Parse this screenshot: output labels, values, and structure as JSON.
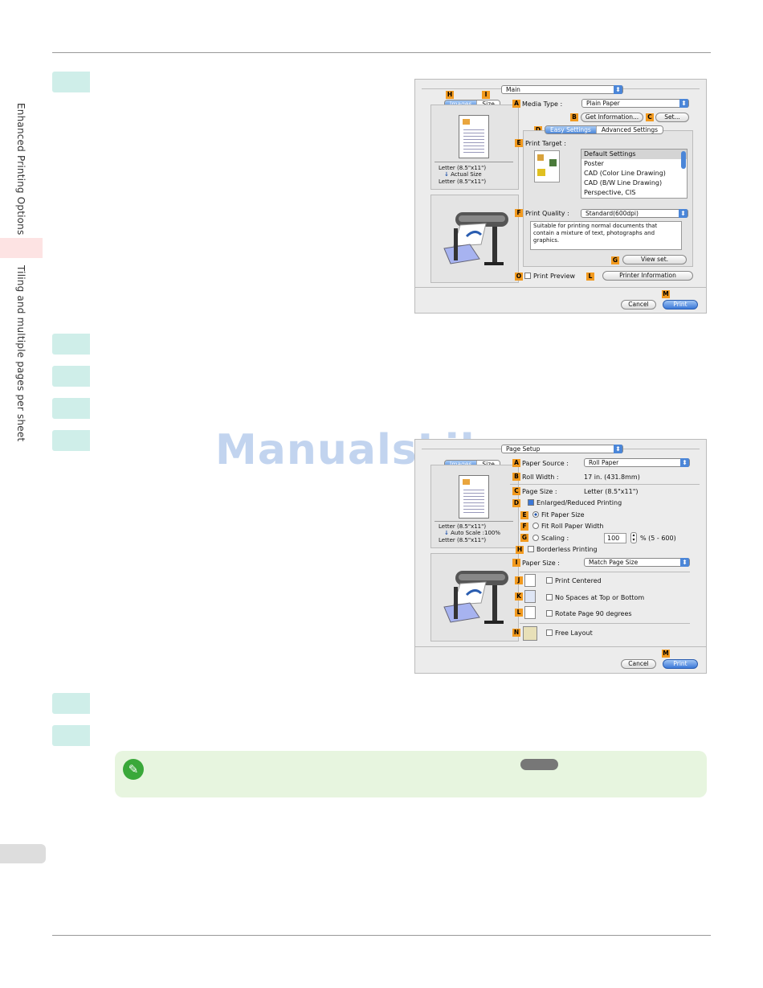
{
  "page": {
    "side_title_1": "Enhanced Printing Options",
    "side_title_2": "Tiling and multiple pages per sheet",
    "watermark": "ManualsLib.com"
  },
  "dialog1": {
    "top_popup": "Main",
    "tabs": [
      "Images",
      "Size"
    ],
    "media_type_label": "Media Type :",
    "media_type_value": "Plain Paper",
    "get_info_btn": "Get Information...",
    "set_btn": "Set...",
    "sub_tabs": [
      "Easy Settings",
      "Advanced Settings"
    ],
    "print_target_label": "Print Target :",
    "print_target_items": [
      "Default Settings",
      "Poster",
      "CAD (Color Line Drawing)",
      "CAD (B/W Line Drawing)",
      "Perspective, CIS"
    ],
    "print_quality_label": "Print Quality :",
    "print_quality_value": "Standard(600dpi)",
    "description": "Suitable for printing normal documents that contain a mixture of text, photographs and graphics.",
    "view_set_btn": "View set.",
    "print_preview_label": "Print Preview",
    "printer_info_btn": "Printer Information",
    "cancel_btn": "Cancel",
    "print_btn": "Print",
    "preview_line1": "Letter (8.5\"x11\")",
    "preview_line2": "Actual Size",
    "preview_line3": "Letter (8.5\"x11\")",
    "badges": {
      "A": "A",
      "B": "B",
      "C": "C",
      "D": "D",
      "E": "E",
      "F": "F",
      "G": "G",
      "H": "H",
      "I": "I",
      "L": "L",
      "M": "M",
      "O": "O"
    }
  },
  "dialog2": {
    "top_popup": "Page Setup",
    "tabs": [
      "Images",
      "Size"
    ],
    "paper_source_label": "Paper Source :",
    "paper_source_value": "Roll Paper",
    "roll_width_label": "Roll Width :",
    "roll_width_value": "17 in. (431.8mm)",
    "page_size_label": "Page Size :",
    "page_size_value": "Letter (8.5\"x11\")",
    "enlarged_label": "Enlarged/Reduced Printing",
    "fit_paper_label": "Fit Paper Size",
    "fit_roll_label": "Fit Roll Paper Width",
    "scaling_label": "Scaling :",
    "scaling_value": "100",
    "scaling_range": "% (5 - 600)",
    "borderless_label": "Borderless Printing",
    "paper_size_label": "Paper Size :",
    "paper_size_value": "Match Page Size",
    "print_centered_label": "Print Centered",
    "no_spaces_label": "No Spaces at Top or Bottom",
    "rotate_label": "Rotate Page 90 degrees",
    "free_layout_label": "Free Layout",
    "cancel_btn": "Cancel",
    "print_btn": "Print",
    "preview_line1": "Letter (8.5\"x11\")",
    "preview_line2": "Auto Scale :100%",
    "preview_line3": "Letter (8.5\"x11\")",
    "badges": {
      "A": "A",
      "B": "B",
      "C": "C",
      "D": "D",
      "E": "E",
      "F": "F",
      "G": "G",
      "H": "H",
      "I": "I",
      "J": "J",
      "K": "K",
      "L": "L",
      "M": "M",
      "N": "N"
    }
  },
  "colors": {
    "step": "#cfeee9",
    "badge": "#f29a1f",
    "note_bg": "#e7f5df",
    "side_tab": "#fde3e3"
  }
}
